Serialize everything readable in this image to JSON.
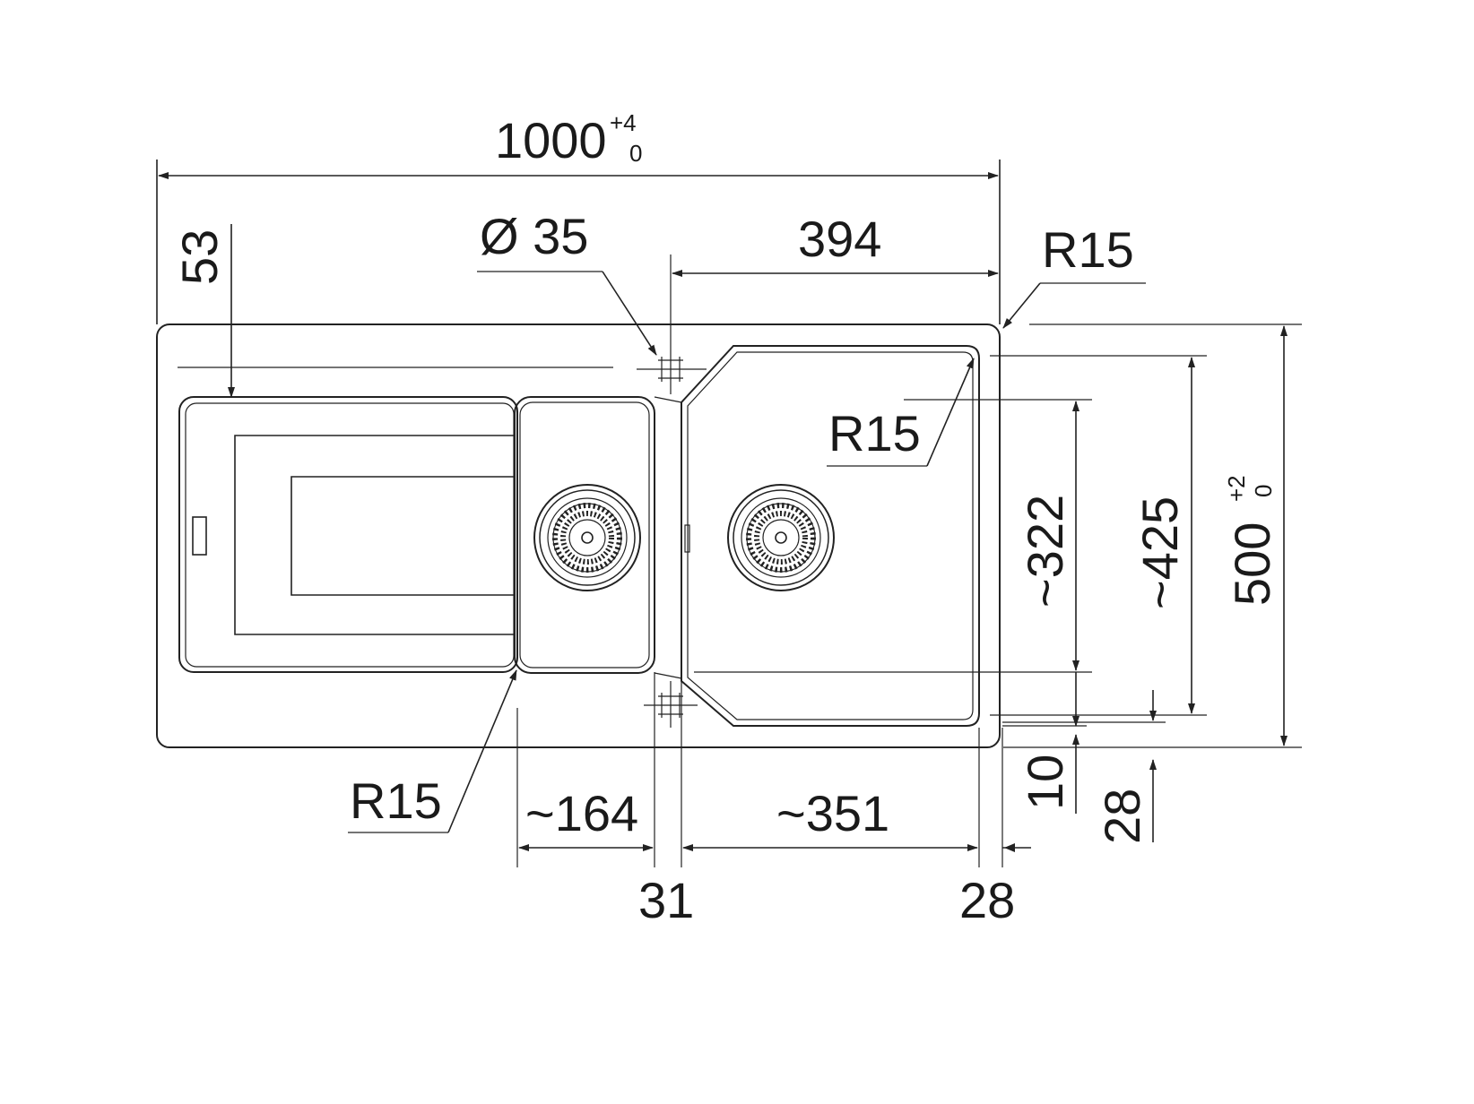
{
  "colors": {
    "line": "#222222",
    "background": "#ffffff"
  },
  "dimensions": {
    "overall_length": "1000",
    "overall_length_tol_upper": "+4",
    "overall_length_tol_lower": "0",
    "overall_width": "500",
    "overall_width_tol_upper": "+2",
    "overall_width_tol_lower": "0",
    "tap_hole_diameter": "Ø 35",
    "drainer_offset": "53",
    "main_bowl_offset": "394",
    "corner_radius_outer": "R15",
    "corner_radius_main_bowl": "R15",
    "corner_radius_small_bowl": "R15",
    "main_bowl_depth": "~322",
    "main_bowl_outer_depth": "~425",
    "small_bowl_width": "~164",
    "main_bowl_width": "~351",
    "divider_width": "31",
    "right_margin": "28",
    "bottom_gap_10": "10",
    "bottom_gap_28": "28"
  }
}
